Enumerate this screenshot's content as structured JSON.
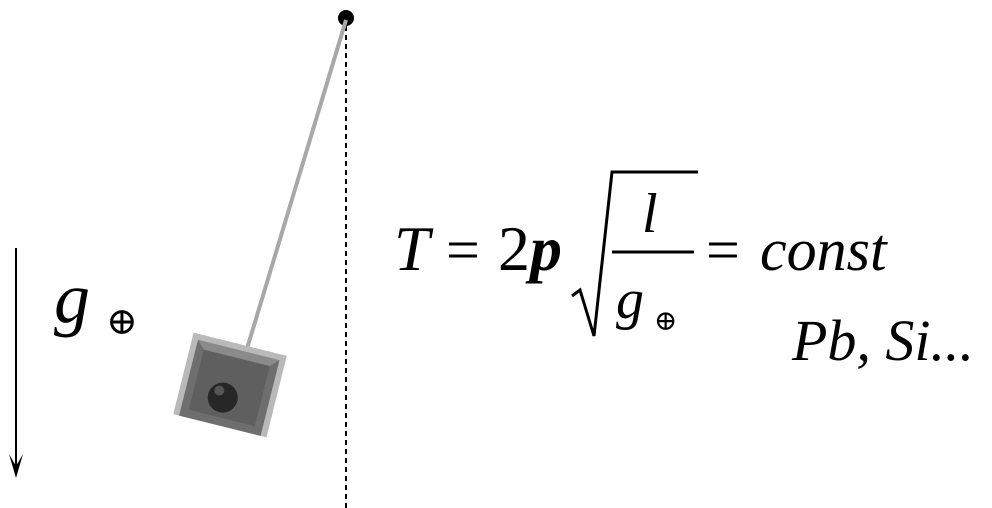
{
  "gravity": {
    "symbol": "g",
    "subscript": "⊕"
  },
  "formula": {
    "lhs": "T",
    "equals": "=",
    "coefficient": "2",
    "constant_symbol": "p",
    "numerator": "l",
    "denominator_symbol": "g",
    "denominator_subscript": "⊕",
    "equals2": "=",
    "rhs": "const"
  },
  "materials": "Pb, Si...",
  "colors": {
    "ink": "#000000",
    "string": "#a8a8a8",
    "box_face": "#6e6e6e",
    "box_edge": "#b9b9b9",
    "box_inner": "#5a5a5a",
    "ball": "#262626"
  }
}
